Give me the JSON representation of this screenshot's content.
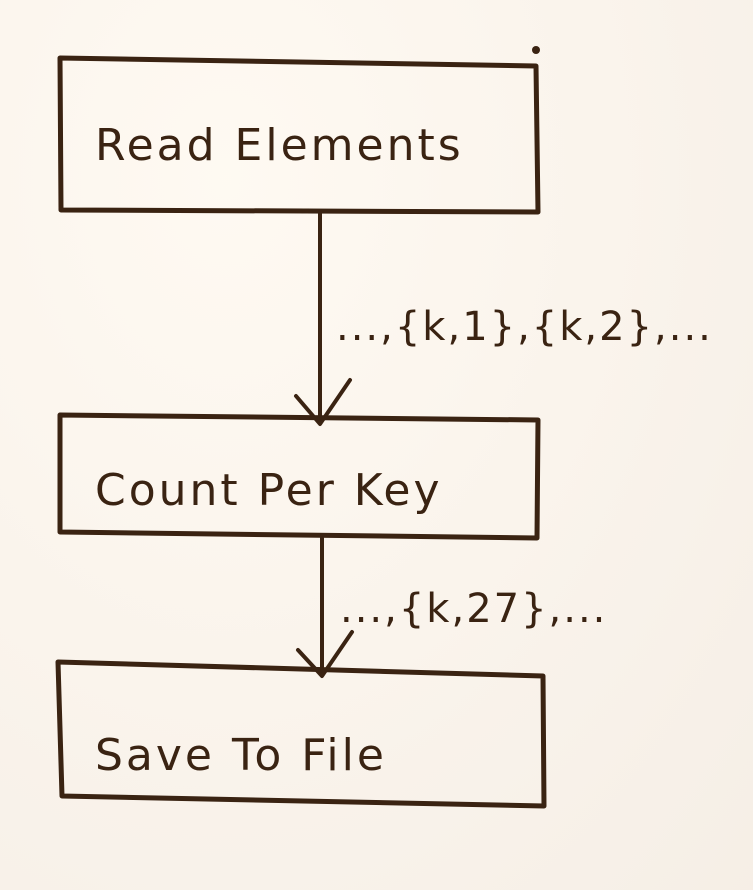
{
  "nodes": [
    {
      "id": "read-elements",
      "label": "Read Elements"
    },
    {
      "id": "count-per-key",
      "label": "Count Per Key"
    },
    {
      "id": "save-to-file",
      "label": "Save To File"
    }
  ],
  "edges": [
    {
      "from": "read-elements",
      "to": "count-per-key",
      "label": "...,{k,1},{k,2},..."
    },
    {
      "from": "count-per-key",
      "to": "save-to-file",
      "label": "...,{k,27},..."
    }
  ],
  "colors": {
    "ink": "#3a2312",
    "paper": "#fbf7f2"
  }
}
